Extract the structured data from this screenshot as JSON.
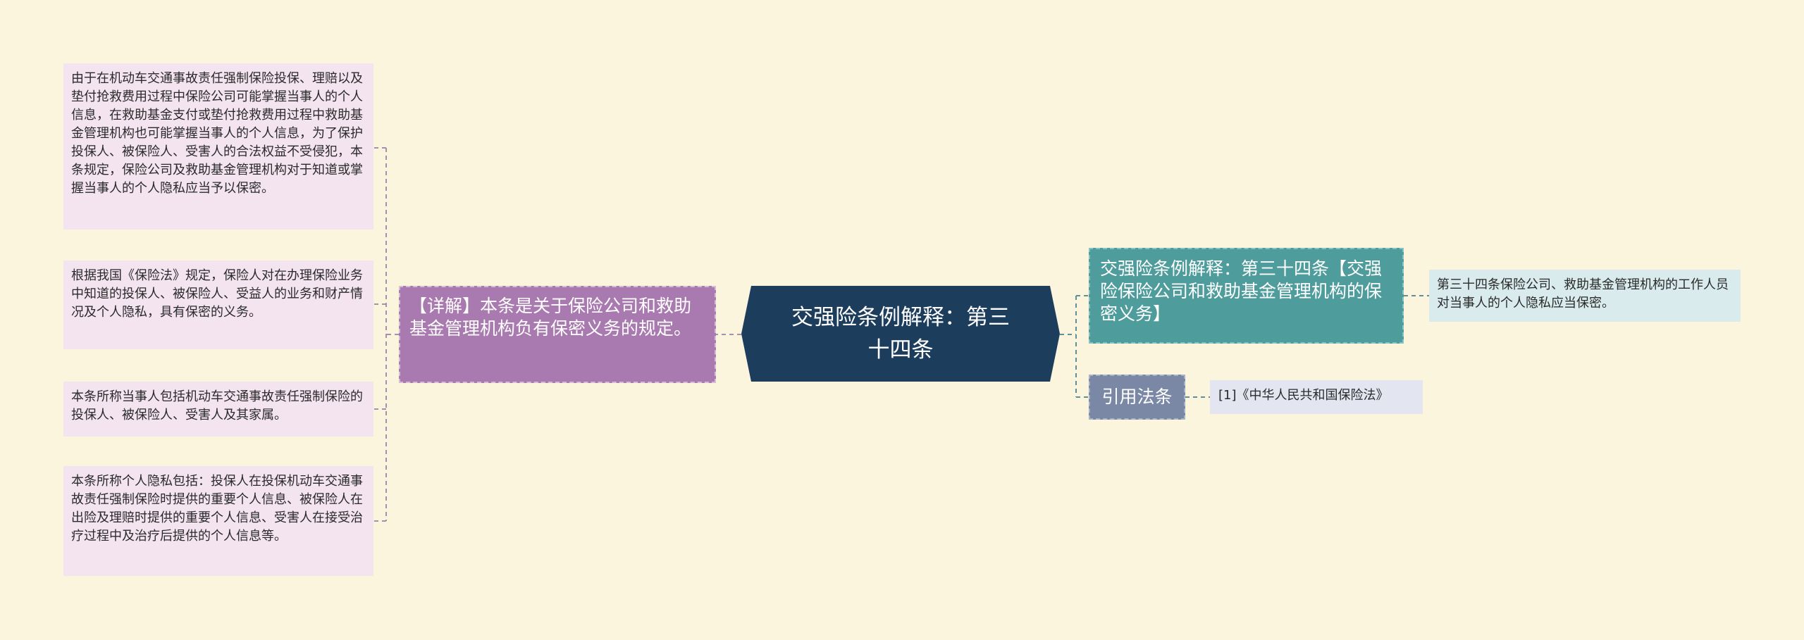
{
  "central": {
    "title": "交强险条例解释：第三十四条"
  },
  "left": {
    "detail": "【详解】本条是关于保险公司和救助基金管理机构负有保密义务的规定。",
    "leaves": [
      "由于在机动车交通事故责任强制保险投保、理赔以及垫付抢救费用过程中保险公司可能掌握当事人的个人信息，在救助基金支付或垫付抢救费用过程中救助基金管理机构也可能掌握当事人的个人信息，为了保护投保人、被保险人、受害人的合法权益不受侵犯，本条规定，保险公司及救助基金管理机构对于知道或掌握当事人的个人隐私应当予以保密。",
      "根据我国《保险法》规定，保险人对在办理保险业务中知道的投保人、被保险人、受益人的业务和财产情况及个人隐私，具有保密的义务。",
      "本条所称当事人包括机动车交通事故责任强制保险的投保人、被保险人、受害人及其家属。",
      "本条所称个人隐私包括：投保人在投保机动车交通事故责任强制保险时提供的重要个人信息、被保险人在出险及理赔时提供的重要个人信息、受害人在接受治疗过程中及治疗后提供的个人信息等。"
    ]
  },
  "right": {
    "article": "交强险条例解释：第三十四条【交强险保险公司和救助基金管理机构的保密义务】",
    "article_leaf": "第三十四条保险公司、救助基金管理机构的工作人员对当事人的个人隐私应当保密。",
    "citation_label": "引用法条",
    "citation_leaf": "[1]《中华人民共和国保险法》"
  },
  "colors": {
    "background": "#fcf5de",
    "central": "#1d3d5c",
    "detail": "#a97aaf",
    "leaf": "#f3e4f0",
    "teal": "#4e9c9c",
    "slate": "#7a88a6",
    "right_leaf": "#d9ebed",
    "connector_left": "#a98db3",
    "connector_right": "#5f8f99"
  }
}
